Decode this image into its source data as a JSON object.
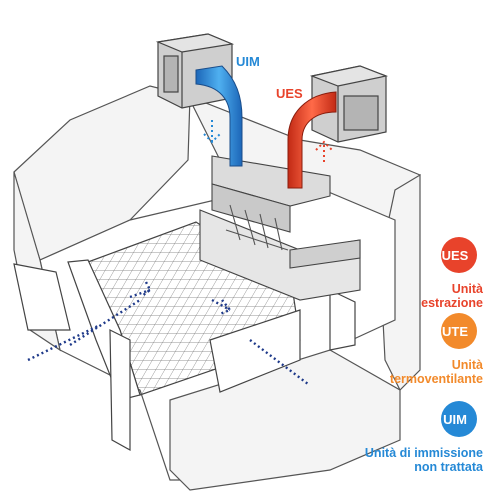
{
  "labels": {
    "uim_duct": "UIM",
    "ues_duct": "UES"
  },
  "legend": [
    {
      "code": "UES",
      "text_line1": "Unità",
      "text_line2": "estrazione",
      "color": "#e8432b"
    },
    {
      "code": "UTE",
      "text_line1": "Unità",
      "text_line2": "termoventilante",
      "color": "#f28a2b"
    },
    {
      "code": "UIM",
      "text_line1": "Unità di immissione",
      "text_line2": "non trattata",
      "color": "#2589d6"
    }
  ],
  "colors": {
    "uim_blue": "#2589d6",
    "ues_red": "#e8432b",
    "ute_orange": "#f28a2b",
    "airflow_dots": "#1f3a8a",
    "outline": "#555555",
    "wall_fill": "#f4f4f4"
  }
}
